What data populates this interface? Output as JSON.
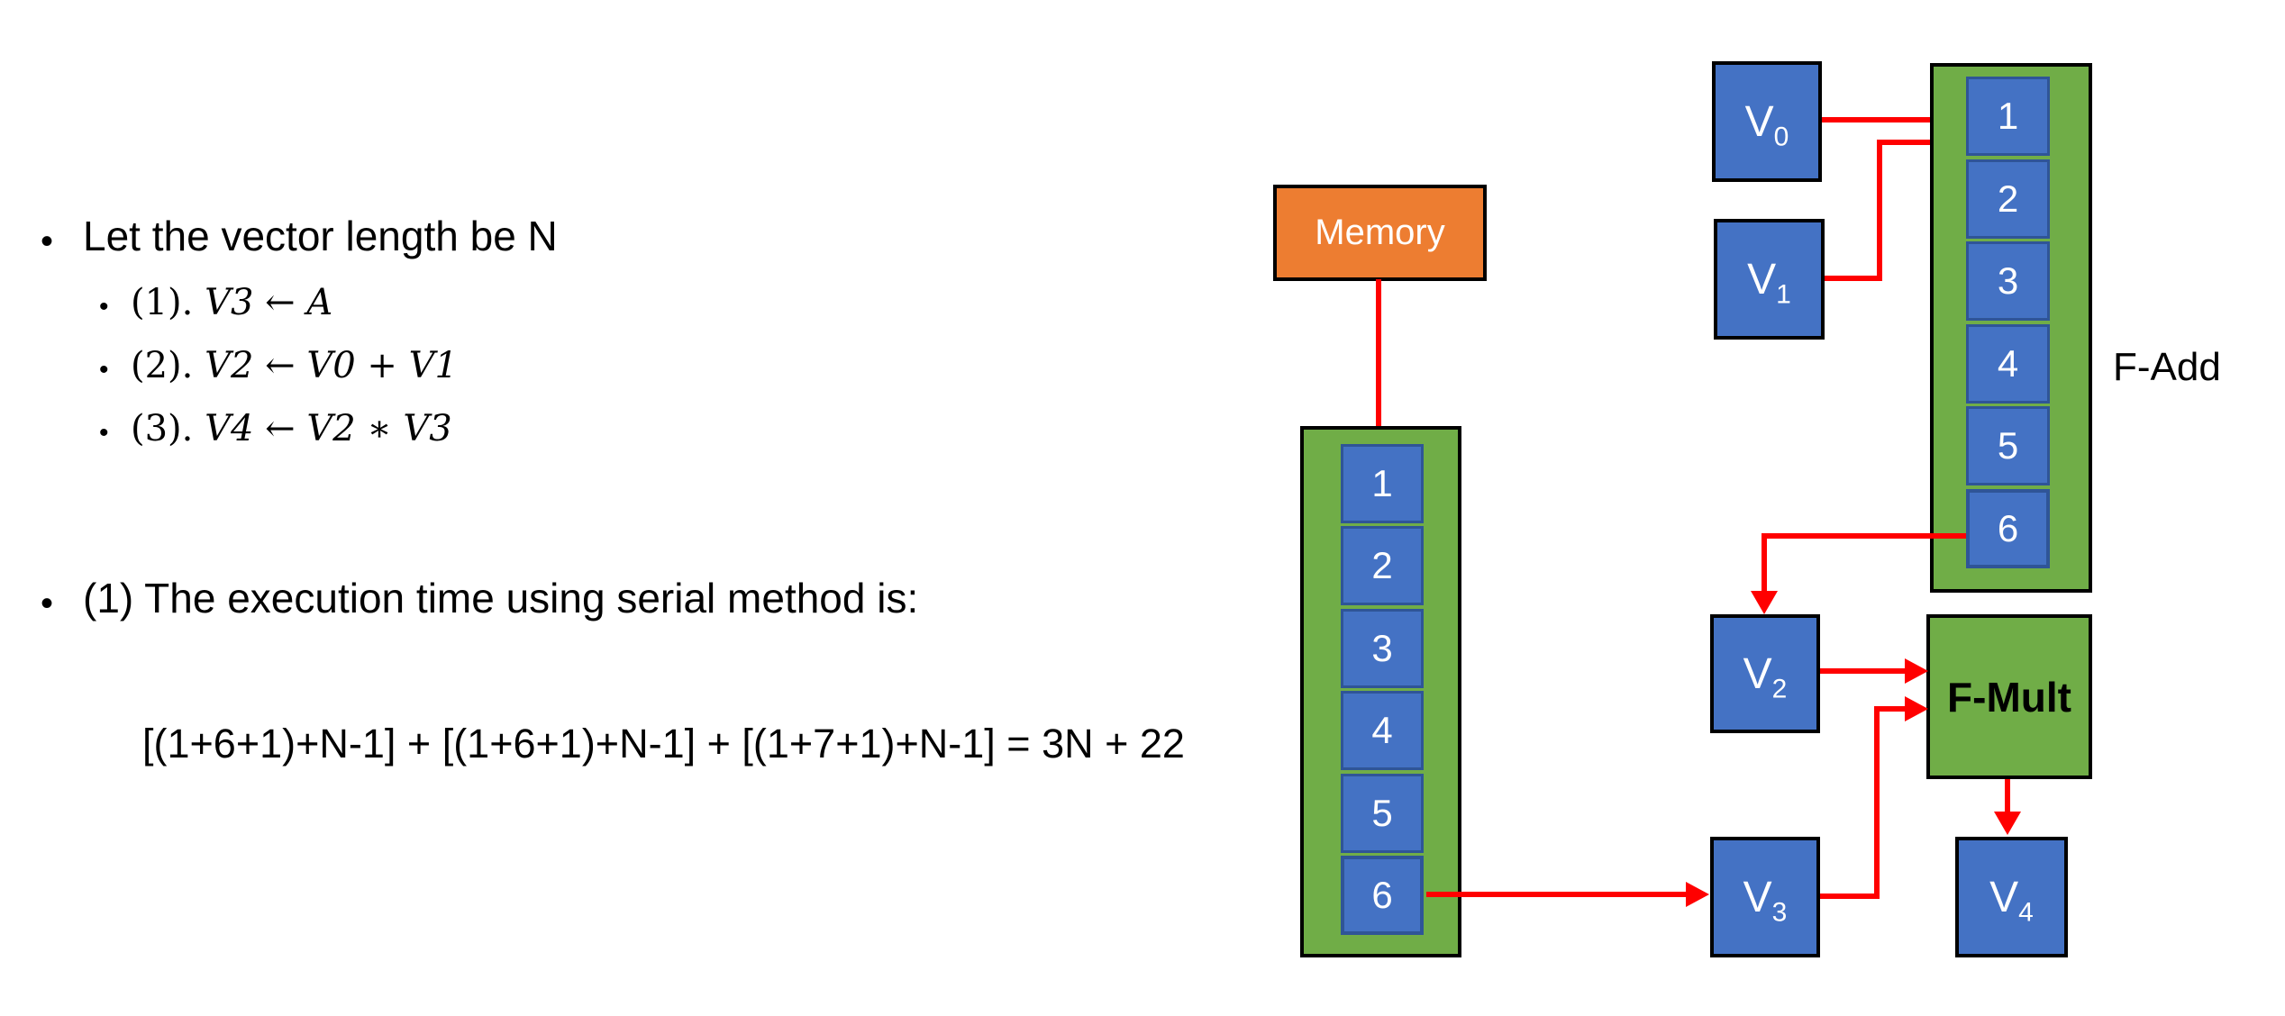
{
  "slide": {
    "bullets": {
      "main1": "Let the vector length be N",
      "sub_items": [
        {
          "prefix": "(1).",
          "expr": "V3 ← A"
        },
        {
          "prefix": "(2).",
          "expr": "V2 ← V0 + V1"
        },
        {
          "prefix": "(3).",
          "expr": "V4 ← V2 ∗ V3"
        }
      ],
      "main2": "(1) The execution time using serial method is:",
      "dot": "•"
    },
    "formula": "[(1+6+1)+N-1] + [(1+6+1)+N-1] + [(1+7+1)+N-1] =  3N + 22"
  },
  "diagram": {
    "memory": {
      "label": "Memory"
    },
    "memory_pipeline": {
      "cells": [
        "1",
        "2",
        "3",
        "4",
        "5",
        "6"
      ]
    },
    "fadd_pipeline": {
      "cells": [
        "1",
        "2",
        "3",
        "4",
        "5",
        "6"
      ],
      "label": "F-Add"
    },
    "fmult": {
      "label": "F-Mult"
    },
    "registers": {
      "v0": {
        "base": "V",
        "sub": "0"
      },
      "v1": {
        "base": "V",
        "sub": "1"
      },
      "v2": {
        "base": "V",
        "sub": "2"
      },
      "v3": {
        "base": "V",
        "sub": "3"
      },
      "v4": {
        "base": "V",
        "sub": "4"
      }
    },
    "colors": {
      "memory_orange": "#ED7D31",
      "pipeline_green": "#70AD47",
      "register_blue": "#4472C4",
      "cell_border_blue": "#2F5597",
      "arrow_red": "#FF0000"
    }
  }
}
